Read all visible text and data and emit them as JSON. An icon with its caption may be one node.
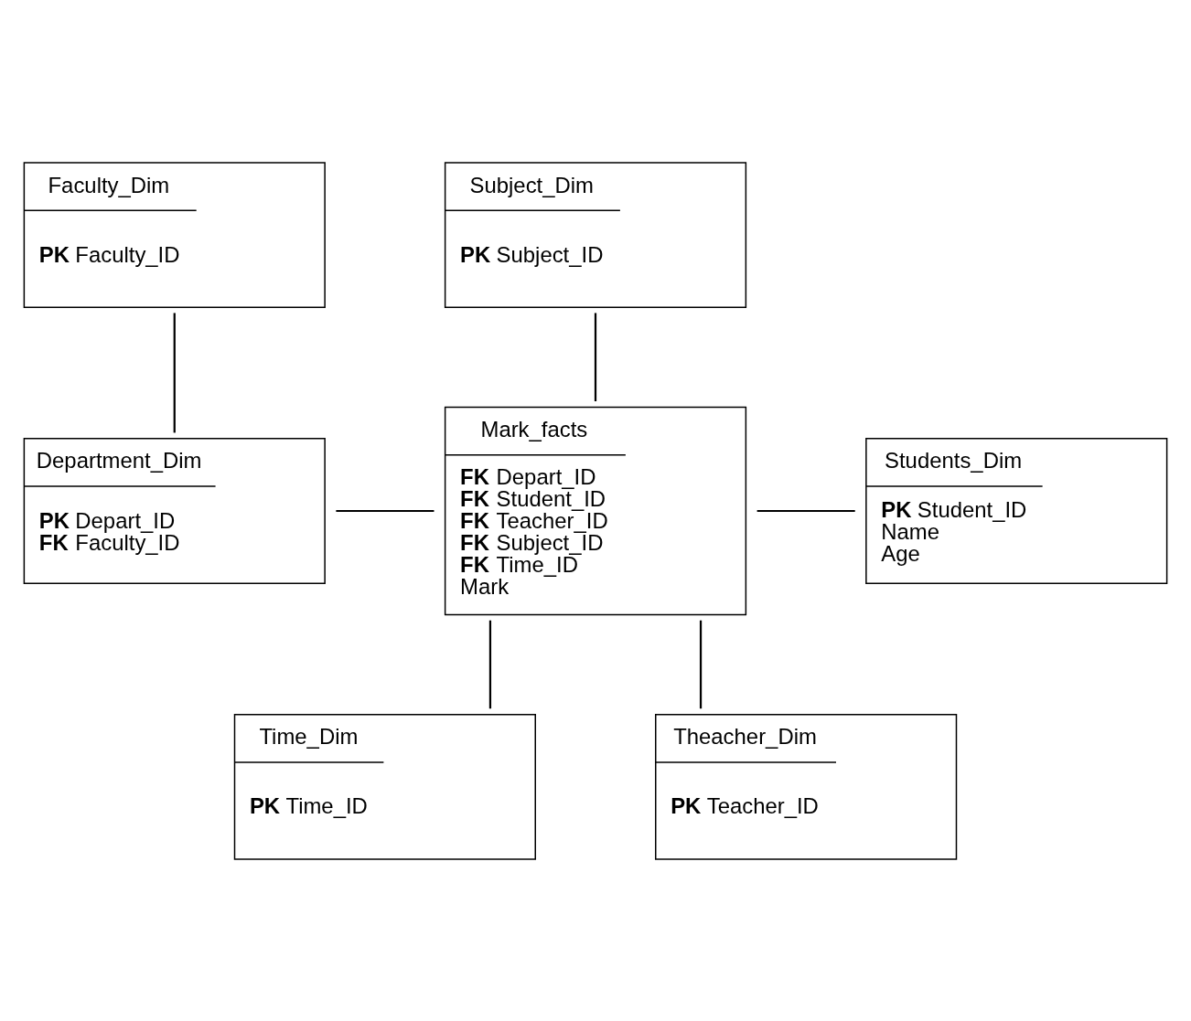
{
  "diagram": {
    "nodes": [
      {
        "text": [
          "Subject_Dim",
          "**PK** Subject_ID"
        ]
      },
      {
        "text": [
          "Faculty_Dim",
          "**PK** Faculty_ID"
        ]
      },
      {
        "text": [
          "Mark_facts",
          "**FK** Depart_ID",
          "**FK** Student_ID",
          "**FK** Teacher_ID",
          "**FK** Subject_ID",
          "**FK** Time_ID",
          "Mark"
        ]
      },
      {
        "text": [
          "Department_Dim",
          "**PK** Depart_ID",
          "**FK** Faculty_ID"
        ]
      },
      {
        "text": [
          "Students_Dim",
          "**PK** Student_ID",
          "Name",
          "Age"
        ]
      },
      {
        "text": [
          "Time_Dim",
          "**PK** Time_ID"
        ]
      },
      {
        "text": [
          "Theacher_Dim",
          "**PK** Teacher_ID"
        ]
      }
    ],
    "edges": [
      {
        "from": 0,
        "to": 2,
        "arrow": "none"
      },
      {
        "from": 1,
        "to": 3,
        "arrow": "none"
      },
      {
        "from": 3,
        "to": 2,
        "arrow": "none"
      },
      {
        "from": 2,
        "to": 4,
        "arrow": "none"
      },
      {
        "from": 2,
        "to": 5,
        "arrow": "none"
      },
      {
        "from": 2,
        "to": 6,
        "arrow": "none"
      }
    ]
  }
}
